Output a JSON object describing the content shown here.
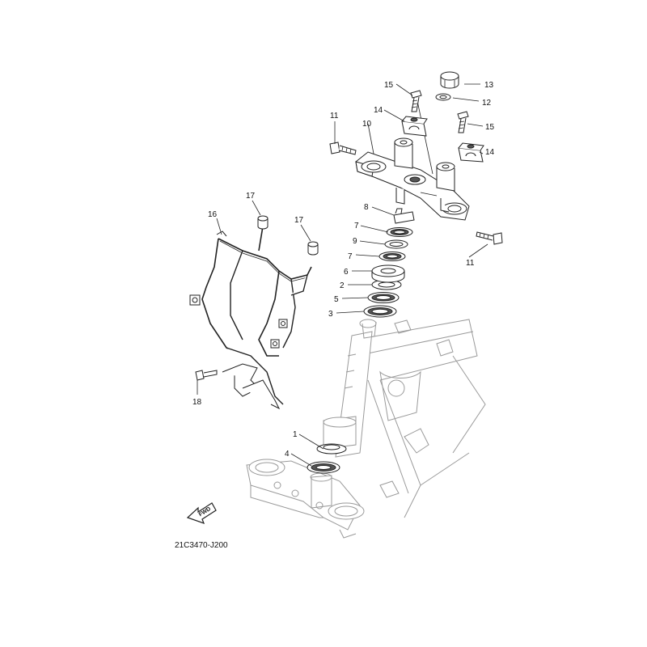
{
  "diagram": {
    "drawing_code": "21C3470-J200",
    "fwd_label": "FWD",
    "callouts": [
      {
        "id": "c13",
        "label": "13"
      },
      {
        "id": "c12",
        "label": "12"
      },
      {
        "id": "c15a",
        "label": "15"
      },
      {
        "id": "c15b",
        "label": "15"
      },
      {
        "id": "c14a",
        "label": "14"
      },
      {
        "id": "c14b",
        "label": "14"
      },
      {
        "id": "c11a",
        "label": "11"
      },
      {
        "id": "c11b",
        "label": "11"
      },
      {
        "id": "c10",
        "label": "10"
      },
      {
        "id": "c8",
        "label": "8"
      },
      {
        "id": "c7a",
        "label": "7"
      },
      {
        "id": "c7b",
        "label": "7"
      },
      {
        "id": "c9",
        "label": "9"
      },
      {
        "id": "c6",
        "label": "6"
      },
      {
        "id": "c2",
        "label": "2"
      },
      {
        "id": "c5",
        "label": "5"
      },
      {
        "id": "c3",
        "label": "3"
      },
      {
        "id": "c1",
        "label": "1"
      },
      {
        "id": "c4",
        "label": "4"
      },
      {
        "id": "c16",
        "label": "16"
      },
      {
        "id": "c17a",
        "label": "17"
      },
      {
        "id": "c17b",
        "label": "17"
      },
      {
        "id": "c18",
        "label": "18"
      }
    ]
  }
}
